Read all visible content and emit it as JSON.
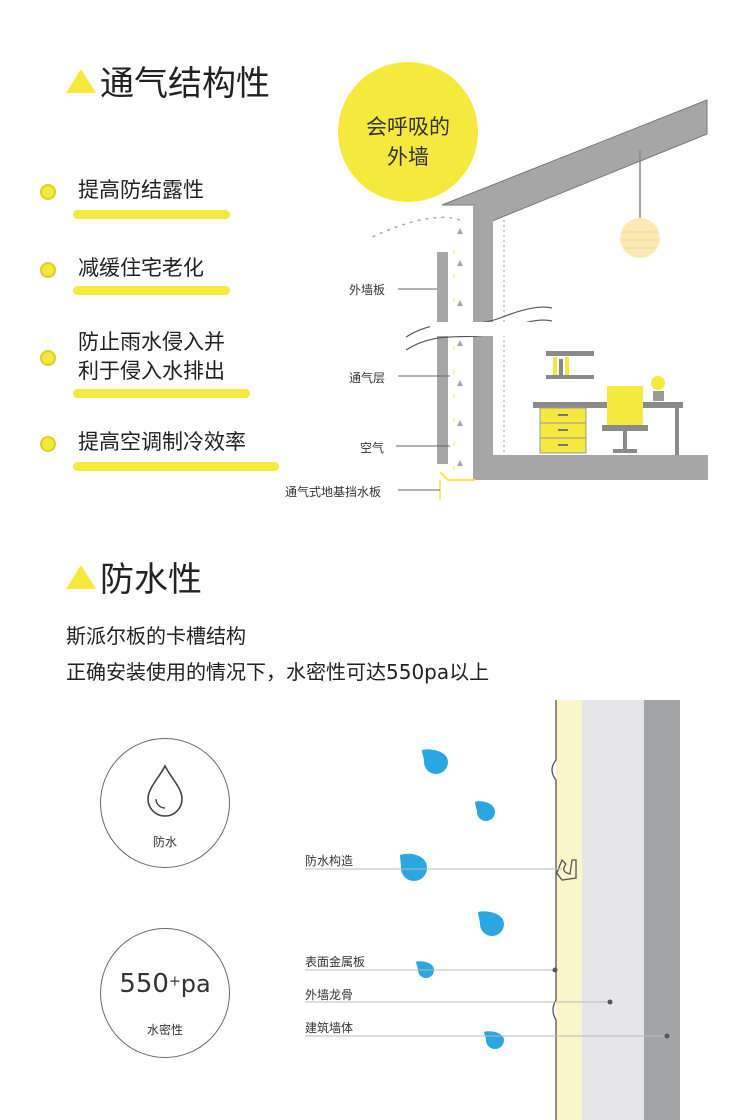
{
  "ventilation": {
    "title": "通气结构性",
    "bubble": [
      "会呼吸的",
      "外墙"
    ],
    "benefits": [
      {
        "lines": [
          "提高防结露性"
        ]
      },
      {
        "lines": [
          "减缓住宅老化"
        ]
      },
      {
        "lines": [
          "防止雨水侵入并",
          "利于侵入水排出"
        ]
      },
      {
        "lines": [
          "提高空调制冷效率"
        ]
      }
    ],
    "labels": {
      "outer_board": "外墙板",
      "vent_layer": "通气层",
      "air": "空气",
      "base_board": "通气式地基挡水板"
    }
  },
  "waterproof": {
    "title": "防水性",
    "desc": [
      "斯派尔板的卡槽结构",
      "正确安装使用的情况下，水密性可达550pa以上"
    ],
    "badge_waterproof": {
      "label": "防水"
    },
    "badge_pressure": {
      "value": "550",
      "sup": "+",
      "unit": "pa",
      "label": "水密性"
    },
    "labels": {
      "structure": "防水构造",
      "metal": "表面金属板",
      "keel": "外墙龙骨",
      "wall": "建筑墙体"
    }
  },
  "colors": {
    "accent": "#f5e93d",
    "drop": "#2aa7e1",
    "gray": "#a6a6a6"
  }
}
